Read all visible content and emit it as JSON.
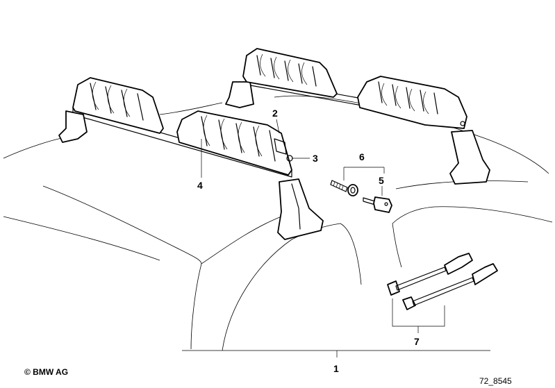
{
  "callouts": {
    "c1": "1",
    "c2": "2",
    "c3": "3",
    "c4": "4",
    "c5": "5",
    "c6": "6",
    "c7": "7"
  },
  "footer": {
    "copyright": "© BMW AG",
    "drawing_number": "72_8545"
  }
}
